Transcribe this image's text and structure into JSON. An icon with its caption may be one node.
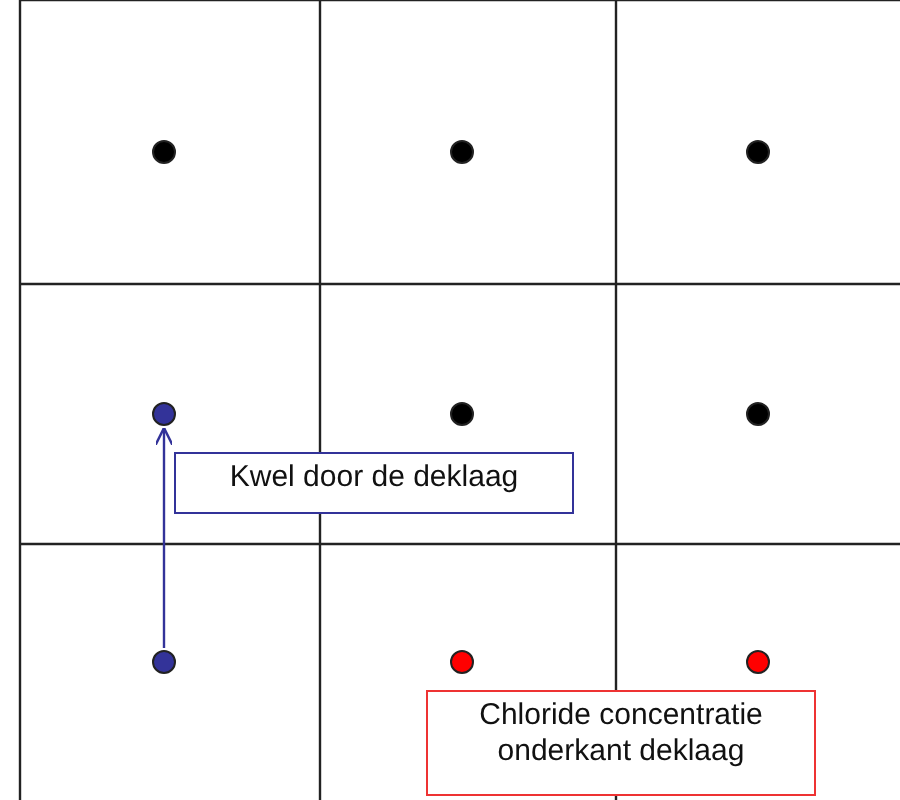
{
  "diagram": {
    "nodes": [
      {
        "text": [],
        "shape": "circle"
      },
      {
        "text": [],
        "shape": "circle"
      },
      {
        "text": [],
        "shape": "circle"
      },
      {
        "text": [],
        "shape": "circle"
      },
      {
        "text": [],
        "shape": "circle"
      },
      {
        "text": [],
        "shape": "circle"
      },
      {
        "text": [],
        "shape": "circle"
      },
      {
        "text": [],
        "shape": "circle"
      },
      {
        "text": [],
        "shape": "circle"
      },
      {
        "text": [
          "Kwel door de deklaag"
        ]
      },
      {
        "text": [
          "Chloride concentratie onderkant deklaag"
        ]
      }
    ],
    "edges": [
      {
        "from": 6,
        "to": 3,
        "arrow": "to",
        "color": "#333399"
      }
    ]
  }
}
